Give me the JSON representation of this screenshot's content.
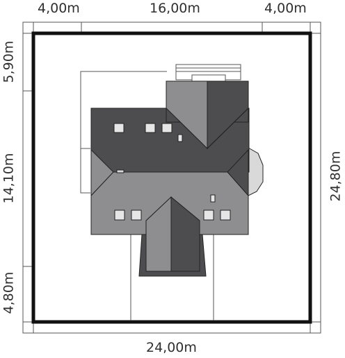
{
  "dimensions": {
    "top_left": "4,00m",
    "top_center": "16,00m",
    "top_right": "4,00m",
    "bottom": "24,00m",
    "left_top": "5,90m",
    "left_middle": "14,10m",
    "left_bottom": "4,80m",
    "right": "24,80m"
  },
  "colors": {
    "boundary": "#111111",
    "roof_dark": "#4d4d4f",
    "roof_medium": "#8e8e90",
    "roof_light": "#d9d9d9",
    "line": "#555555"
  }
}
